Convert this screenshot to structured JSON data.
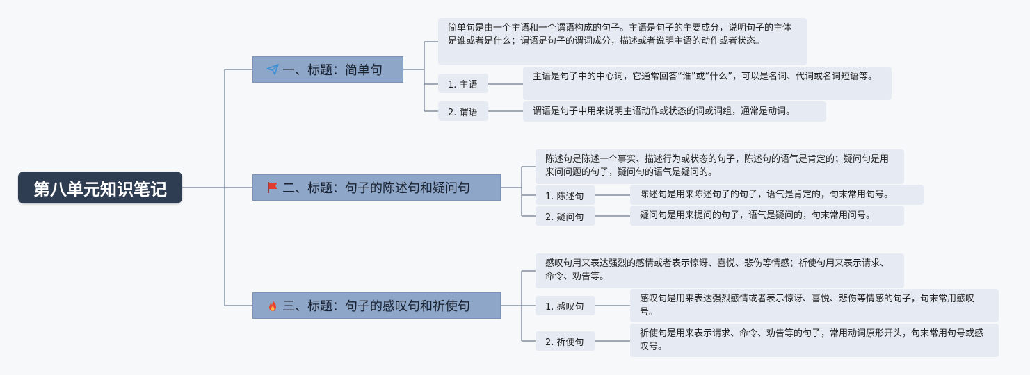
{
  "root": {
    "title": "第八单元知识笔记"
  },
  "branches": [
    {
      "title": "一、标题：简单句",
      "icon": "paper-plane-icon",
      "summary": "简单句是由一个主语和一个谓语构成的句子。主语是句子的主要成分，说明句子的主体是谁或者是什么；谓语是句子的谓词成分，描述或者说明主语的动作或者状态。",
      "items": [
        {
          "label": "1. 主语",
          "desc": "主语是句子中的中心词，它通常回答“谁”或“什么”，可以是名词、代词或名词短语等。"
        },
        {
          "label": "2. 谓语",
          "desc": "谓语是句子中用来说明主语动作或状态的词或词组，通常是动词。"
        }
      ]
    },
    {
      "title": "二、标题：句子的陈述句和疑问句",
      "icon": "red-flag-icon",
      "summary": "陈述句是陈述一个事实、描述行为或状态的句子，陈述句的语气是肯定的；疑问句是用来问问题的句子，疑问句的语气是疑问的。",
      "items": [
        {
          "label": "1. 陈述句",
          "desc": "陈述句是用来陈述句子的句子，语气是肯定的，句末常用句号。"
        },
        {
          "label": "2. 疑问句",
          "desc": "疑问句是用来提问的句子，语气是疑问的，句末常用问号。"
        }
      ]
    },
    {
      "title": "三、标题：句子的感叹句和祈使句",
      "icon": "fire-icon",
      "summary": "感叹句用来表达强烈的感情或者表示惊讶、喜悦、悲伤等情感；祈使句用来表示请求、命令、劝告等。",
      "items": [
        {
          "label": "1. 感叹句",
          "desc": "感叹句是用来表达强烈感情或者表示惊讶、喜悦、悲伤等情感的句子，句末常用感叹号。"
        },
        {
          "label": "2. 祈使句",
          "desc": "祈使句是用来表示请求、命令、劝告等的句子，常用动词原形开头，句末常用句号或感叹号。"
        }
      ]
    }
  ],
  "colors": {
    "root_bg": "#2e3d52",
    "branch_bg": "#8ea6c8",
    "note_bg": "#e6ebf3",
    "connector": "#6b7a8c",
    "flag": "#e23a2e",
    "fire": "#e8452c",
    "plane": "#3a8fd6"
  }
}
